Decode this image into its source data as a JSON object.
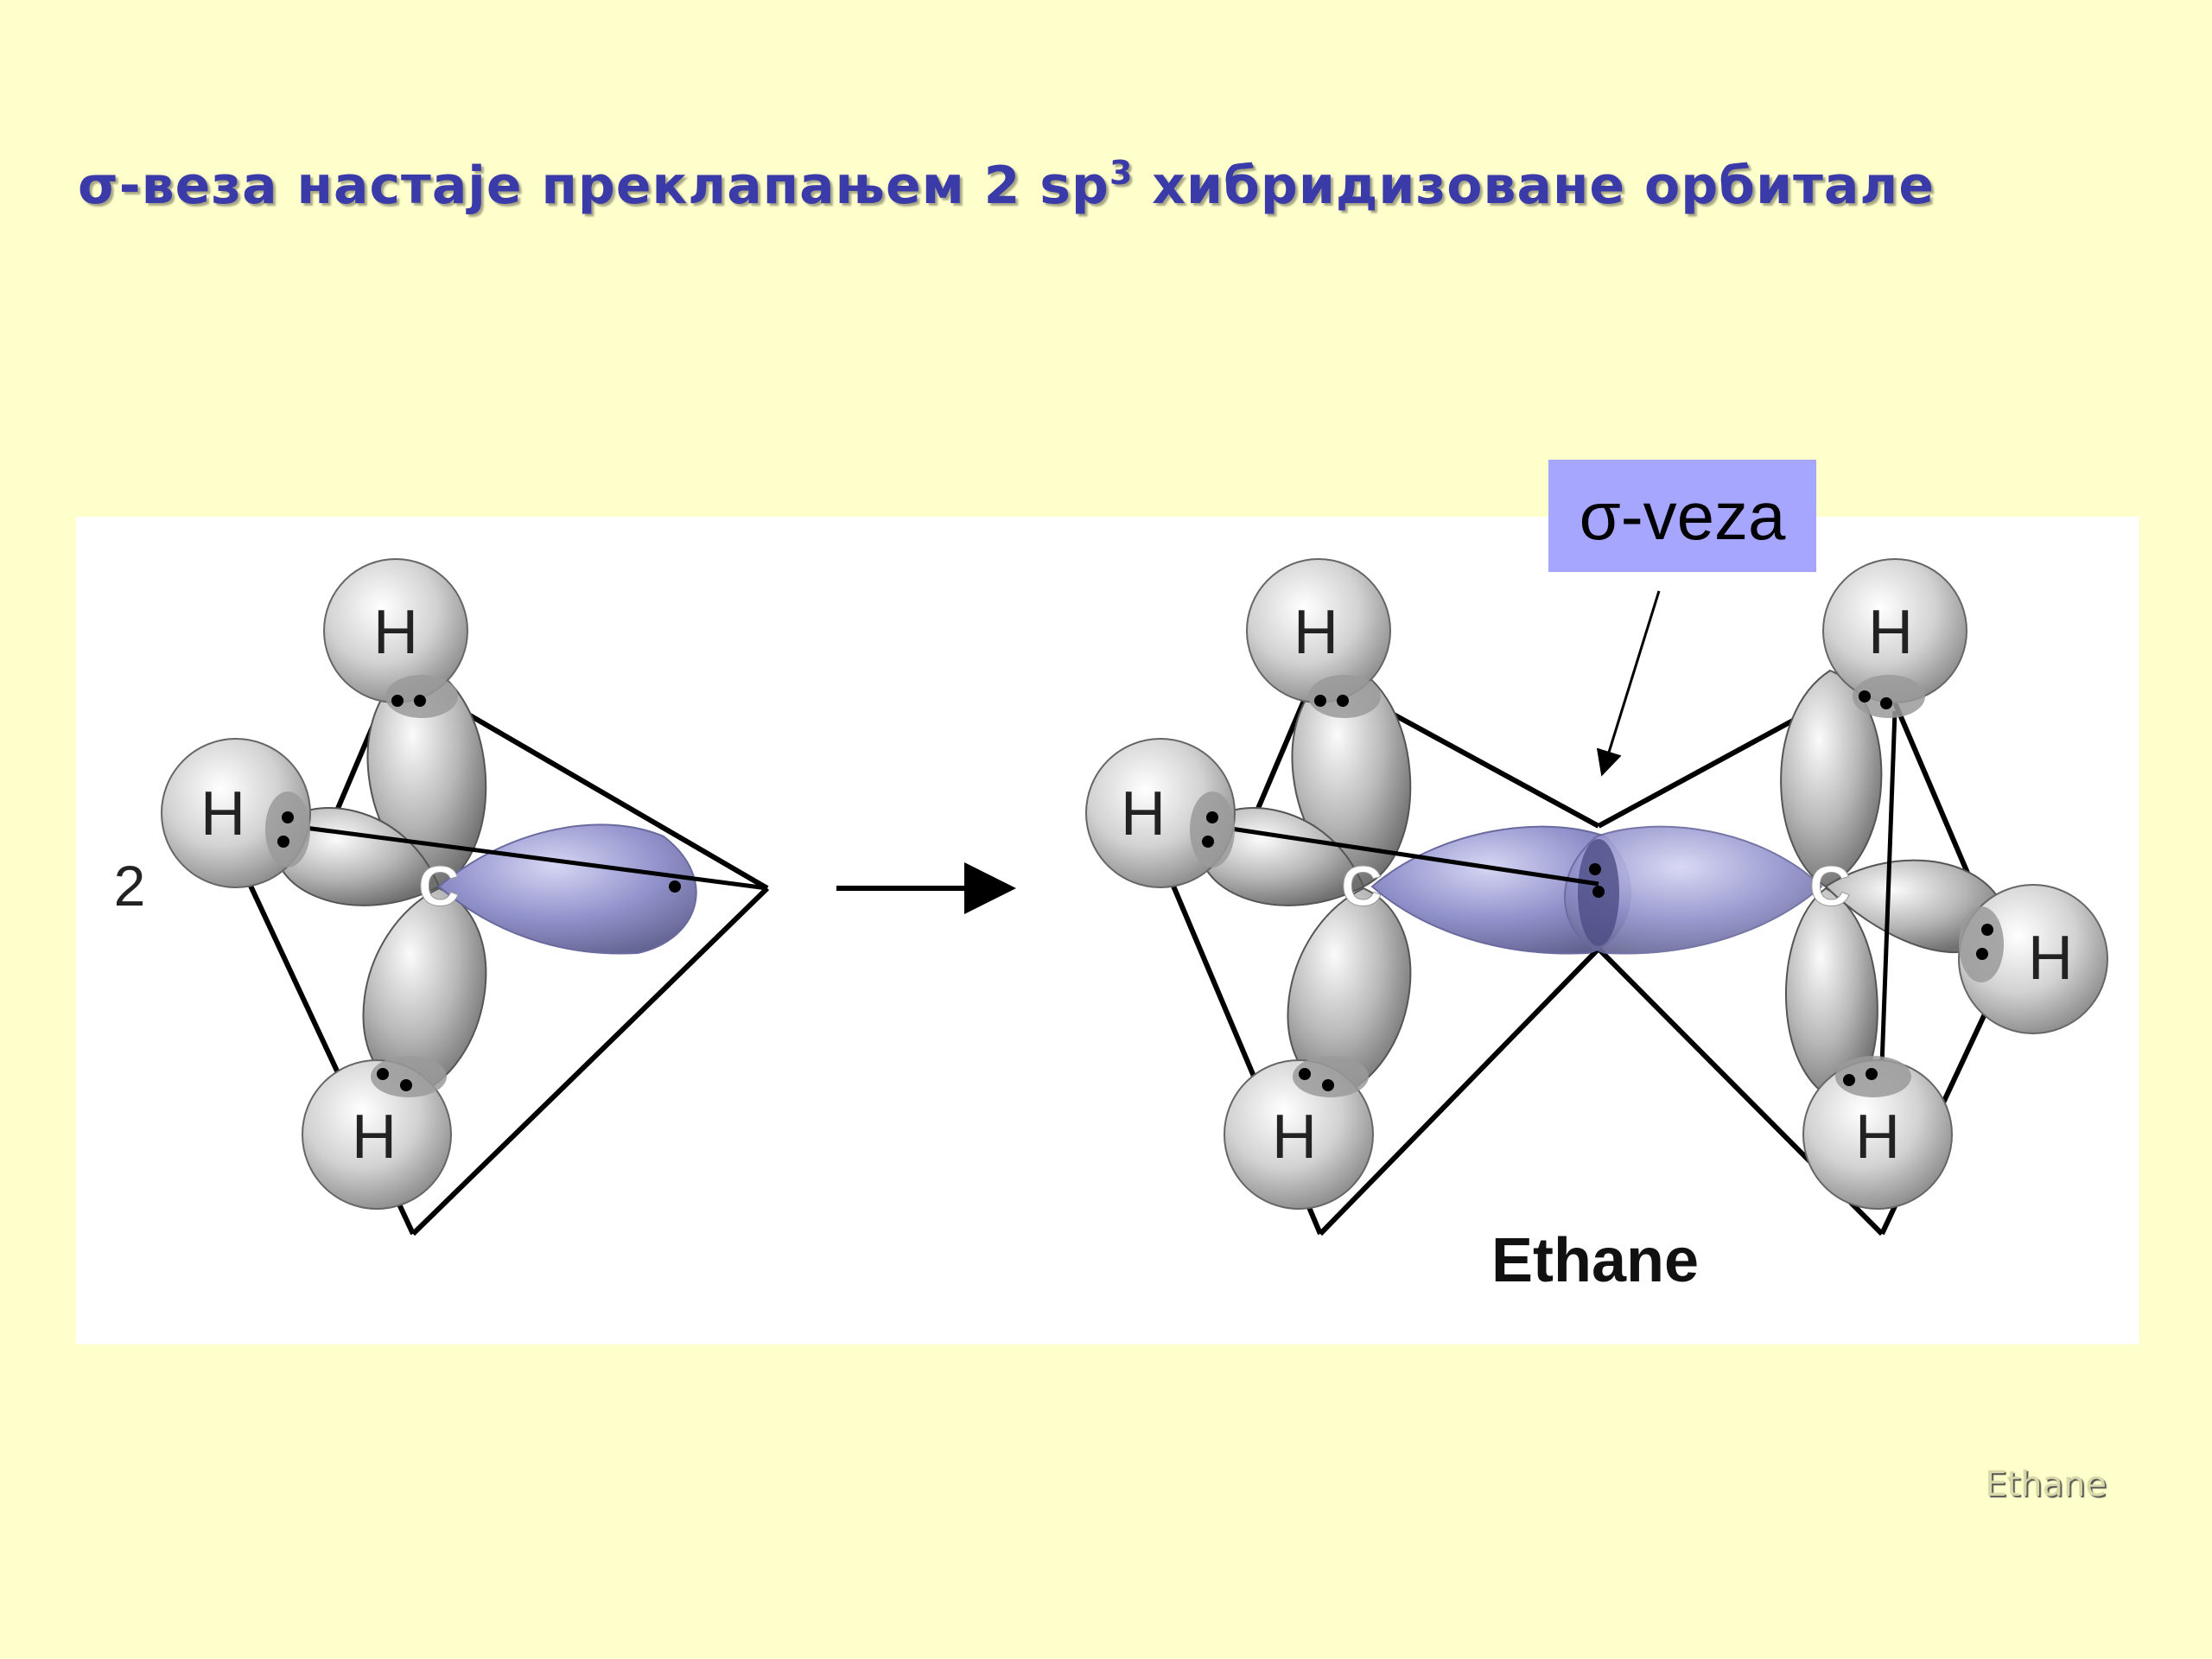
{
  "slide": {
    "title_main": "σ-веза настаје преклапањем 2 sp",
    "title_sup": "3",
    "title_end": " хибридизоване орбитале",
    "footer": "Ethane"
  },
  "diagram": {
    "coefficient": "2",
    "hydrogen_label": "H",
    "carbon_label": "C",
    "product_label": "Ethane",
    "callout": "σ-veza"
  },
  "colors": {
    "background": "#ffffcc",
    "title": "#3a3aa8",
    "callout_bg": "#a6a6ff",
    "sp3_bond_lobe": "#8e8ec8",
    "h_orbital": "#bdbdbd"
  }
}
